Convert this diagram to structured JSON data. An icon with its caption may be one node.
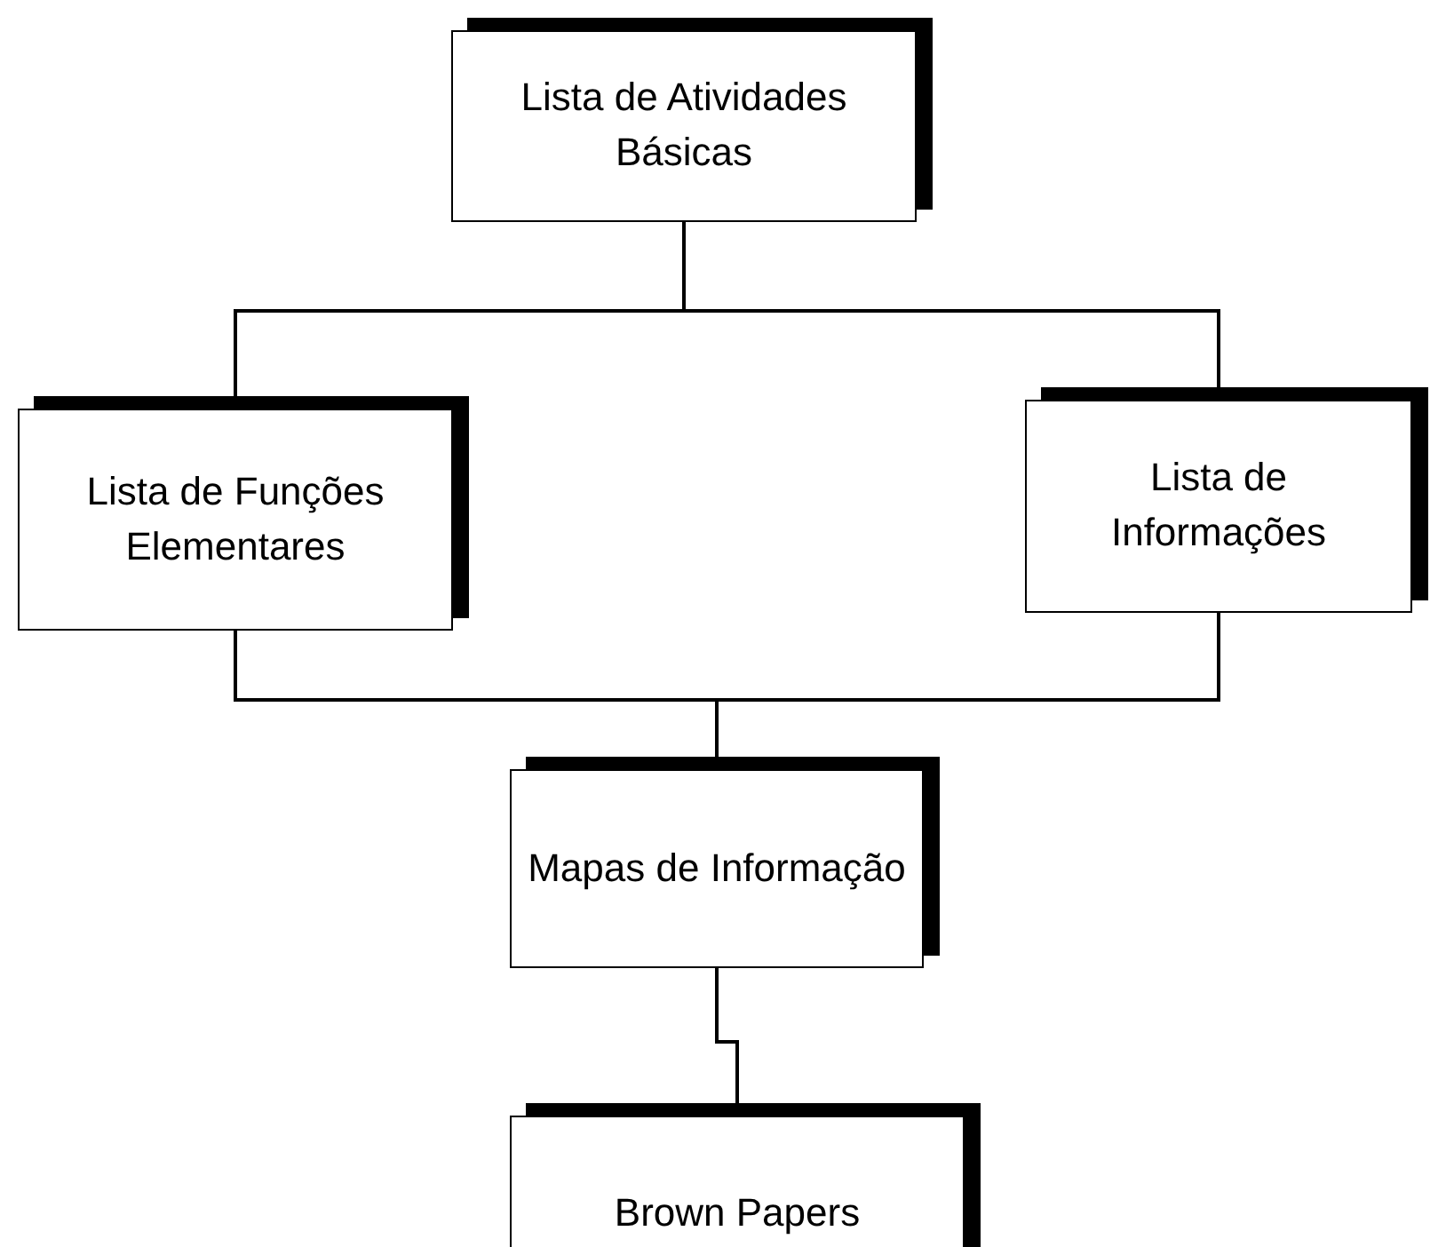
{
  "diagram": {
    "nodes": [
      {
        "text": [
          "Lista de Atividades Básicas"
        ]
      },
      {
        "text": [
          "Lista de Funções Elementares"
        ]
      },
      {
        "text": [
          "Lista de Informações"
        ]
      },
      {
        "text": [
          "Mapas de Informação"
        ]
      },
      {
        "text": [
          "Brown Papers"
        ]
      }
    ],
    "edges": [
      {
        "from": 0,
        "to": 1,
        "arrow": "none"
      },
      {
        "from": 0,
        "to": 2,
        "arrow": "none"
      },
      {
        "from": 1,
        "to": 3,
        "arrow": "none"
      },
      {
        "from": 2,
        "to": 3,
        "arrow": "none"
      },
      {
        "from": 3,
        "to": 4,
        "arrow": "none"
      }
    ]
  }
}
